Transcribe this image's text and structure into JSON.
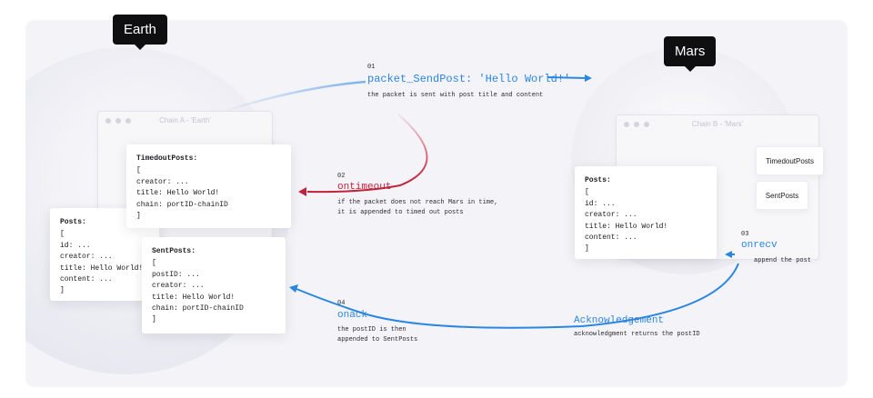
{
  "earth": {
    "tag": "Earth",
    "window_title": "Chain A - 'Earth'"
  },
  "mars": {
    "tag": "Mars",
    "window_title": "Chain B - 'Mars'"
  },
  "cards": {
    "timedout_posts": {
      "title": "TimedoutPosts:",
      "lines": [
        "[",
        "creator: ...",
        "title: Hello World!",
        "chain: portID-chainID",
        "]"
      ]
    },
    "earth_posts": {
      "title": "Posts:",
      "lines": [
        "[",
        "id: ...",
        "creator: ...",
        "title: Hello World!",
        "content: ...",
        "]"
      ]
    },
    "sent_posts": {
      "title": "SentPosts:",
      "lines": [
        "[",
        "postID: ...",
        "creator: ...",
        "title: Hello World!",
        "chain: portID-chainID",
        "]"
      ]
    },
    "mars_posts": {
      "title": "Posts:",
      "lines": [
        "[",
        "id: ...",
        "creator: ...",
        "title: Hello World!",
        "content: ...",
        "]"
      ]
    }
  },
  "mars_buttons": {
    "timedout": "TimedoutPosts",
    "sent": "SentPosts"
  },
  "steps": {
    "s1": {
      "num": "01",
      "head": "packet_SendPost: 'Hello World!'",
      "desc": "the packet is sent with post title and content"
    },
    "s2": {
      "num": "02",
      "head": "ontimeout",
      "desc1": "if the packet does not reach Mars in time,",
      "desc2": "it is appended to timed out posts"
    },
    "s3": {
      "num": "03",
      "head": "onrecv",
      "desc": "append the post"
    },
    "s4": {
      "num": "04",
      "head": "onack",
      "desc1": "the postID is then",
      "desc2": "appended to SentPosts"
    },
    "ack": {
      "head": "Acknowledgement",
      "desc": "acknowledgment returns the postID"
    }
  },
  "colors": {
    "blue": "#2b86e2",
    "red": "#c0233a",
    "pale_blue": "#b9d6f4"
  }
}
